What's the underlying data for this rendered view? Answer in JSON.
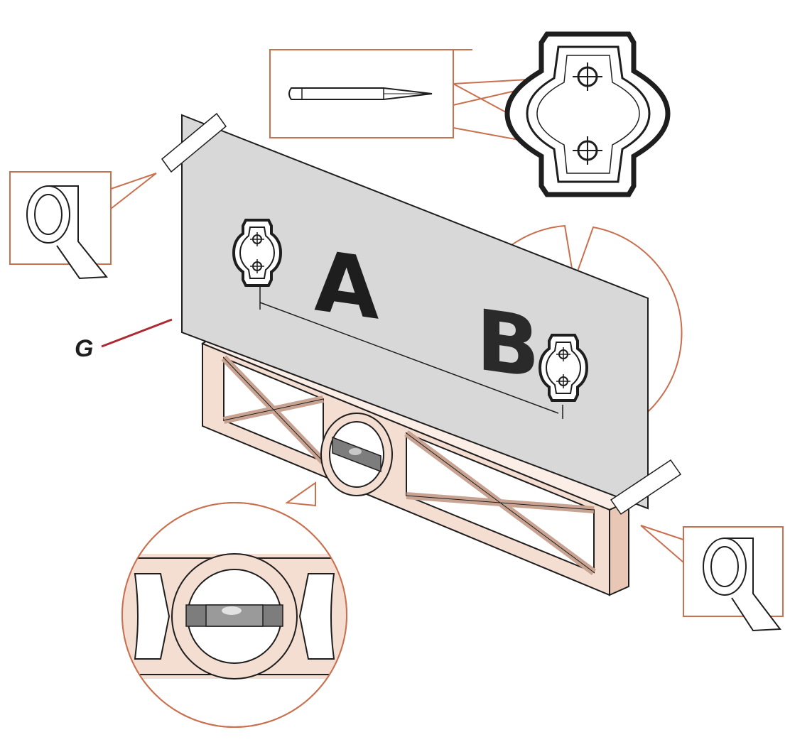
{
  "labels": {
    "bracket_a": "A",
    "bracket_b": "B",
    "template_callout": "G"
  },
  "colors": {
    "accent": "#c9704f",
    "callout_line": "#ad2a33",
    "template_fill": "#d8d8d8",
    "level_fill": "#f4ddd1",
    "ink": "#1e1e1e"
  },
  "icons": [
    "tape-roll-icon",
    "pencil-icon",
    "bracket-icon",
    "spirit-level-icon",
    "bubble-vial-icon"
  ]
}
